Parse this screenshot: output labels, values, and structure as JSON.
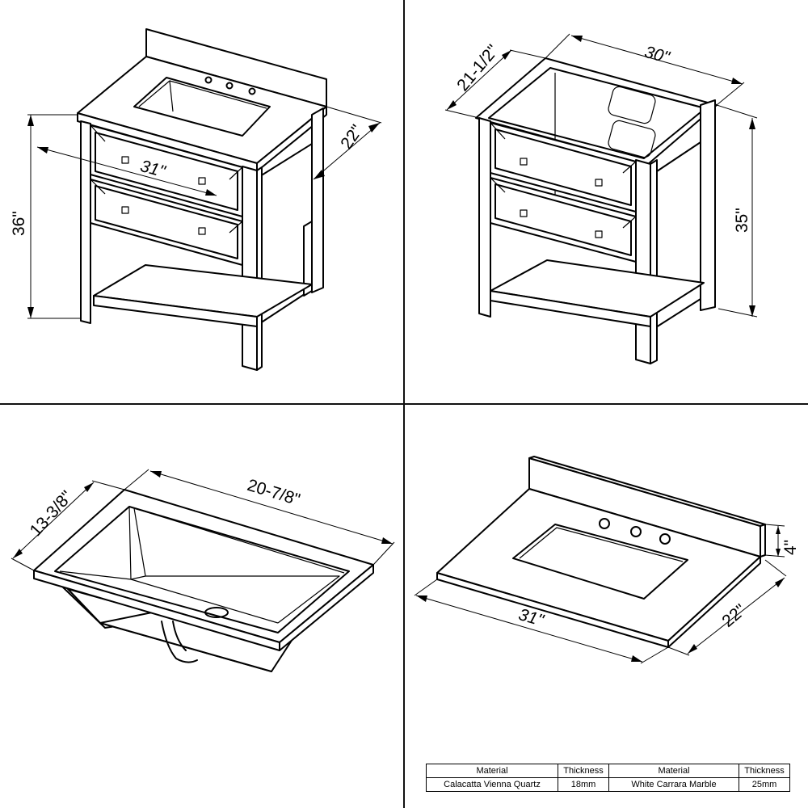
{
  "vanity": {
    "height_label": "36\"",
    "width_label": "31\"",
    "depth_label": "22\""
  },
  "cabinet": {
    "depth_label": "21-1/2\"",
    "width_label": "30\"",
    "height_label": "35\""
  },
  "sink": {
    "depth_label": "13-3/8\"",
    "width_label": "20-7/8\""
  },
  "top": {
    "backsplash_label": "4\"",
    "width_label": "31\"",
    "depth_label": "22\""
  },
  "materials_table": {
    "headers": [
      "Material",
      "Thickness",
      "Material",
      "Thickness"
    ],
    "row": [
      "Calacatta Vienna Quartz",
      "18mm",
      "White Carrara Marble",
      "25mm"
    ]
  }
}
